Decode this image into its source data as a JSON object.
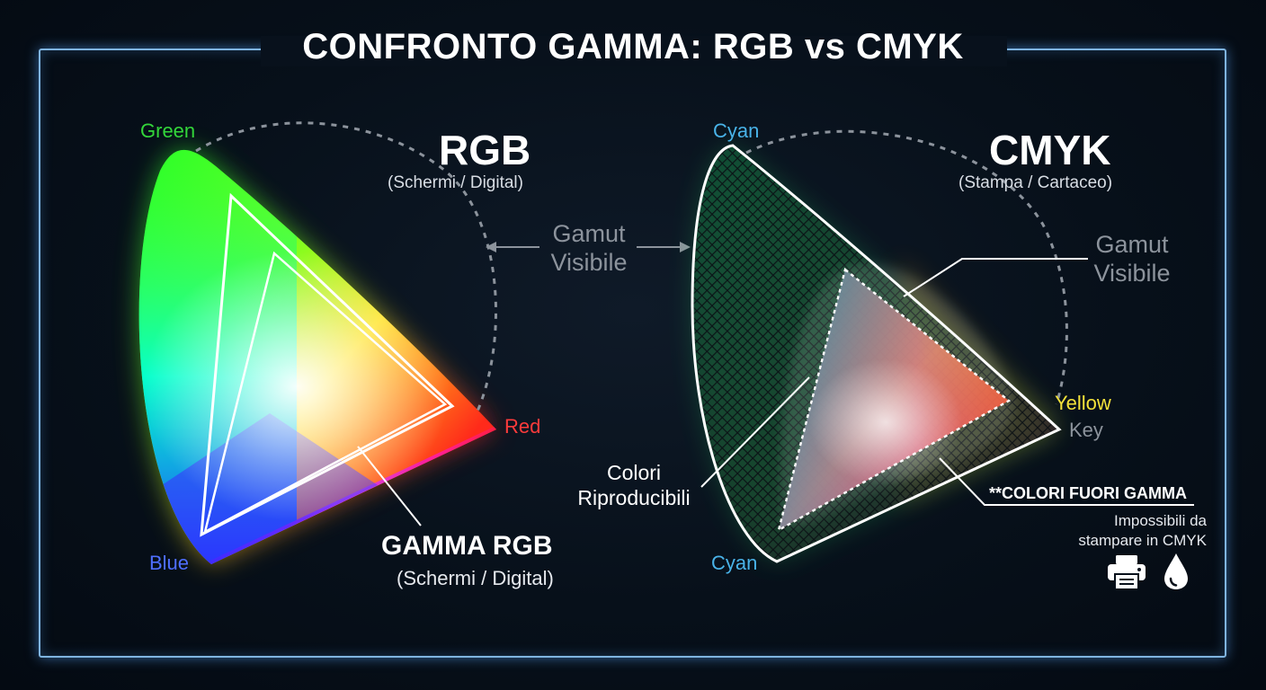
{
  "title": "CONFRONTO GAMMA: RGB vs CMYK",
  "rgb": {
    "heading": "RGB",
    "subheading": "(Schermi / Digital)",
    "gamut_label": [
      "Gamut",
      "Visibile"
    ],
    "vertex_labels": {
      "green": "Green",
      "red": "Red",
      "blue": "Blue"
    },
    "callout_title": "GAMMA RGB",
    "callout_sub": "(Schermi / Digital)",
    "colors": {
      "green": "#33d63a",
      "red": "#ff3b3b",
      "blue": "#4f6fff"
    }
  },
  "cmyk": {
    "heading": "CMYK",
    "subheading": "(Stampa / Cartaceo)",
    "gamut_label": [
      "Gamut",
      "Visibile"
    ],
    "vertex_labels": {
      "cyan_top": "Cyan",
      "cyan_bottom": "Cyan",
      "yellow": "Yellow",
      "key": "Key"
    },
    "reproducible_label": [
      "Colori",
      "Riproducibili"
    ],
    "out_of_gamut_title": "**COLORI FUORI GAMMA",
    "out_of_gamut_sub": [
      "Impossibili da",
      "stampare in CMYK"
    ],
    "icons": [
      "printer-icon",
      "ink-drop-icon"
    ],
    "colors": {
      "cyan": "#49b3e8",
      "yellow": "#f4e23a",
      "key": "#8c939c"
    }
  }
}
